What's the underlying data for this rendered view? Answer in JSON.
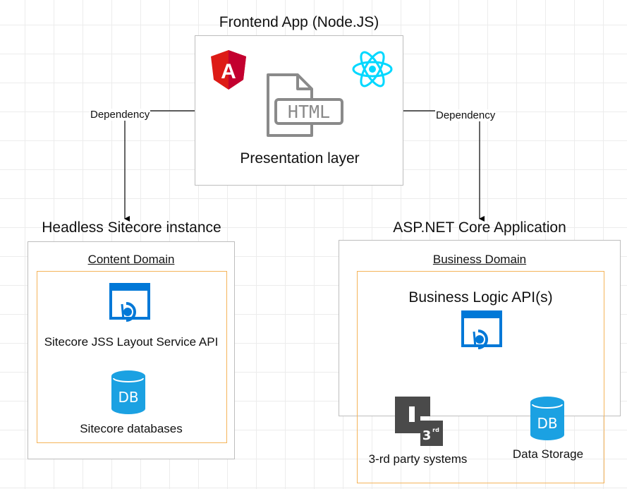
{
  "frontend": {
    "title": "Frontend App (Node.JS)",
    "layer_label": "Presentation layer",
    "html_icon_text": "HTML",
    "angular_letter": "A"
  },
  "edges": {
    "left_label": "Dependency",
    "right_label": "Dependency"
  },
  "sitecore": {
    "title": "Headless Sitecore instance",
    "domain": "Content Domain",
    "api_label": "Sitecore JSS Layout Service API",
    "db_label": "Sitecore databases",
    "db_icon_text": "DB"
  },
  "aspnet": {
    "title": "ASP.NET Core Application",
    "domain": "Business Domain",
    "api_label": "Business Logic API(s)",
    "third_party_label": "3-rd party systems",
    "third_party_badge": "3",
    "third_party_badge_sup": "rd",
    "storage_label": "Data Storage",
    "db_icon_text": "DB"
  },
  "colors": {
    "angular_red": "#dd1b16",
    "react_cyan": "#00d8ff",
    "azure_blue": "#0078d7",
    "db_blue": "#1ba1e2",
    "gray_icon": "#8a8a8a",
    "orange_border": "#f5b45a"
  }
}
